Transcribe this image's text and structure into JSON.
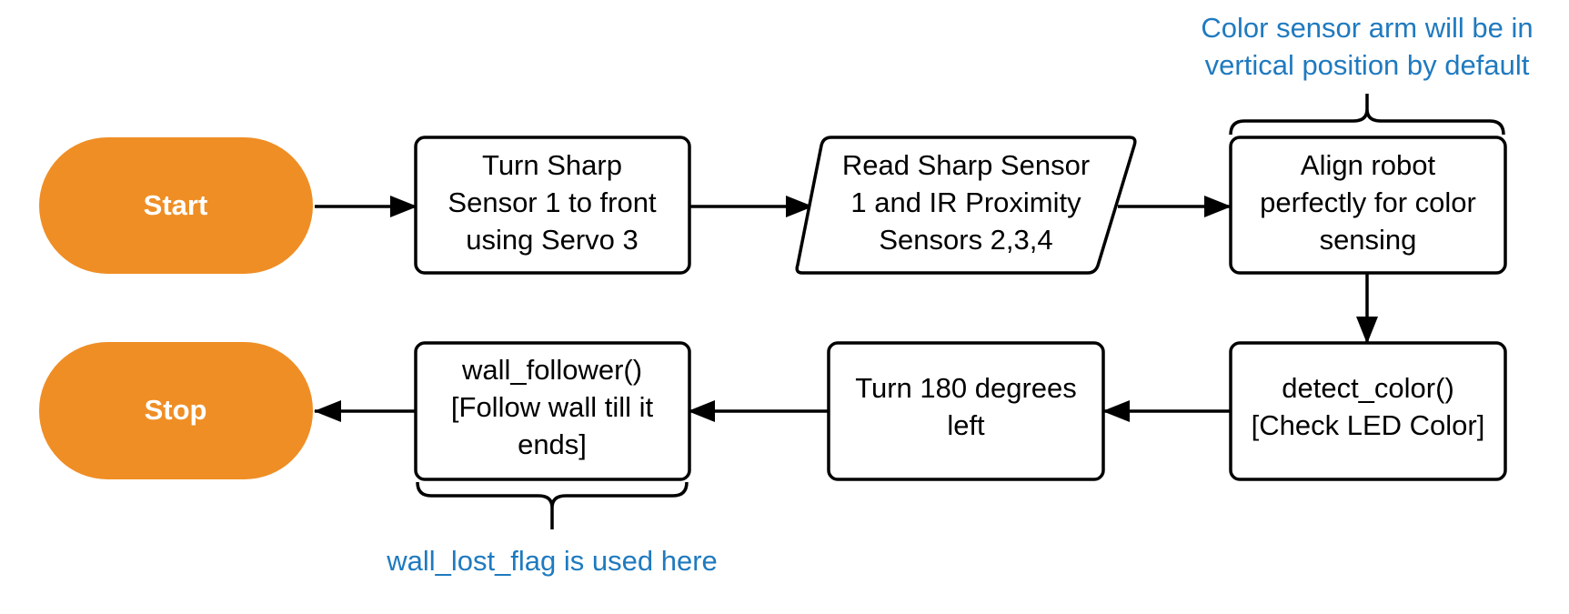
{
  "colors": {
    "terminal_fill": "#ef8e25",
    "terminal_text": "#ffffff",
    "note_text": "#1f7abf",
    "stroke": "#000000"
  },
  "nodes": {
    "start": {
      "label": "Start",
      "shape": "terminal"
    },
    "turn_sharp_sensor": {
      "lines": [
        "Turn Sharp",
        "Sensor 1 to front",
        "using Servo 3"
      ],
      "shape": "process"
    },
    "read_sensors": {
      "lines": [
        "Read Sharp Sensor",
        "1 and IR Proximity",
        "Sensors 2,3,4"
      ],
      "shape": "data"
    },
    "align_robot": {
      "lines": [
        "Align robot",
        "perfectly for color",
        "sensing"
      ],
      "shape": "process"
    },
    "detect_color": {
      "lines": [
        "detect_color()",
        "[Check LED Color]"
      ],
      "shape": "process"
    },
    "turn_180": {
      "lines": [
        "Turn 180 degrees",
        "left"
      ],
      "shape": "process"
    },
    "wall_follower": {
      "lines": [
        "wall_follower()",
        "[Follow wall till it",
        "ends]"
      ],
      "shape": "process"
    },
    "stop": {
      "label": "Stop",
      "shape": "terminal"
    }
  },
  "annotations": {
    "color_sensor_note": [
      "Color sensor arm will be in",
      "vertical position by default"
    ],
    "wall_lost_note": [
      "wall_lost_flag is used here"
    ]
  }
}
